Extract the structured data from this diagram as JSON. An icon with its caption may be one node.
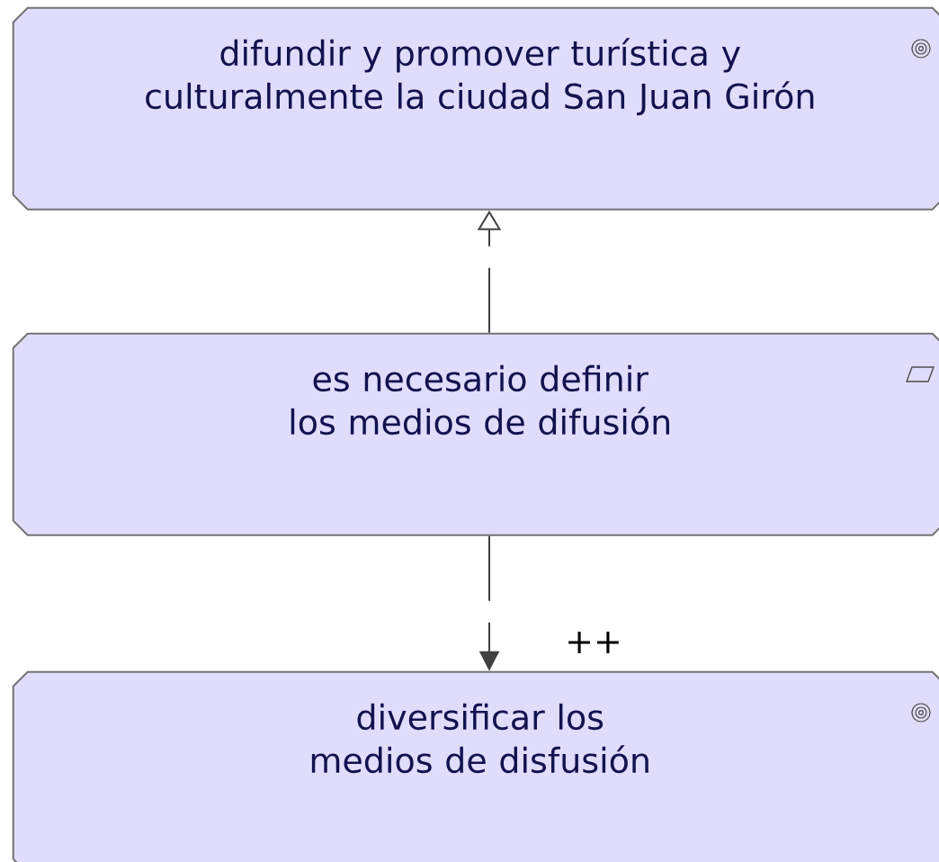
{
  "diagram": {
    "nodes": [
      {
        "text": [
          "difundir y promover turística y culturalmente la ciudad San Juan Girón"
        ]
      },
      {
        "text": [
          "es necesario definir los medios de difusión"
        ]
      },
      {
        "text": [
          "diversificar los medios de disfusión"
        ]
      }
    ],
    "edges": [
      {
        "from": 1,
        "to": 0,
        "arrow": "to",
        "style": "dashed"
      },
      {
        "from": 1,
        "to": 2,
        "arrow": "to",
        "style": "dashed",
        "label": "++"
      }
    ]
  }
}
